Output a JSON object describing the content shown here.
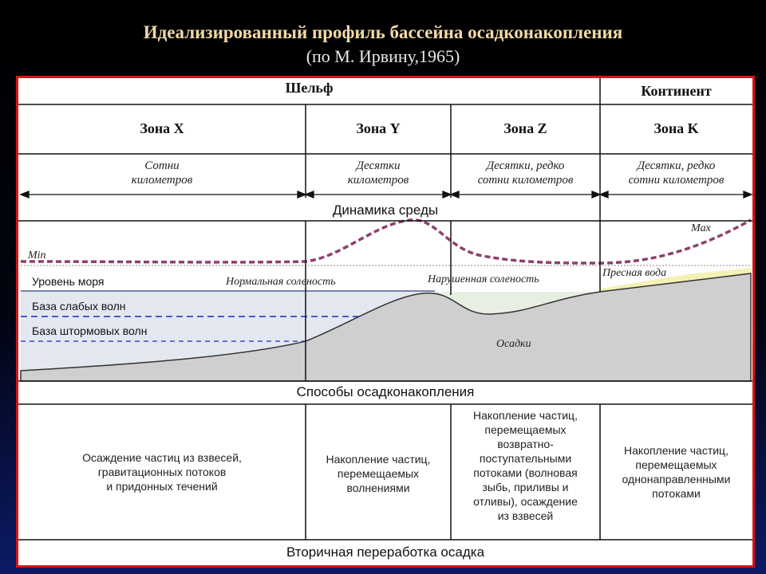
{
  "title": "Идеализированный профиль бассейна осадконакопления",
  "subtitle": "(по М. Ирвину,1965)",
  "header": {
    "shelf": "Шельф",
    "continent": "Континент"
  },
  "zones": [
    {
      "name": "Зона X",
      "distance_line1": "Сотни",
      "distance_line2": "километров"
    },
    {
      "name": "Зона Y",
      "distance_line1": "Десятки",
      "distance_line2": "километров"
    },
    {
      "name": "Зона Z",
      "distance_line1": "Десятки, редко",
      "distance_line2": "сотни километров"
    },
    {
      "name": "Зона K",
      "distance_line1": "Десятки, редко",
      "distance_line2": "сотни километров"
    }
  ],
  "dynamics": {
    "title": "Динамика среды",
    "min": "Min",
    "max": "Max"
  },
  "profile_labels": {
    "sea_level": "Уровень моря",
    "weak_waves": "База слабых волн",
    "storm_waves": "База штормовых волн",
    "normal_salinity": "Нормальная соленость",
    "disturbed_salinity": "Нарушенная соленость",
    "fresh_water": "Пресная вода",
    "sediments": "Осадки"
  },
  "methods": {
    "title": "Способы осадконакопления",
    "cells": [
      [
        "Осаждение частиц из взвесей,",
        "гравитационных потоков",
        "и придонных течений"
      ],
      [
        "Накопление частиц,",
        "перемещаемых",
        "волнениями"
      ],
      [
        "Накопление частиц,",
        "перемещаемых",
        "возвратно-",
        "поступательными",
        "потоками (волновая",
        "зыбь, приливы и",
        "отливы), осаждение",
        "из взвесей"
      ],
      [
        "Накопление частиц,",
        "перемещаемых",
        "однонаправленными",
        "потоками"
      ]
    ]
  },
  "footer": "Вторичная переработка осадка",
  "colors": {
    "frame": "#d61414",
    "dynamics_curve": "#8e3f6e",
    "sediment": "#cfcfcf",
    "water": "#e3e8f0",
    "lagoon": "#e6efe1",
    "fresh_water": "#f3f1b6",
    "title": "#f2d9a6"
  }
}
